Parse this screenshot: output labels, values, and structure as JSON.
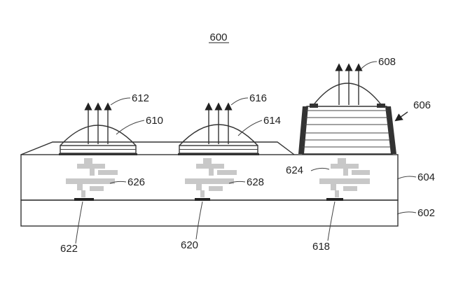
{
  "figure_number": "600",
  "labels": {
    "l602": "602",
    "l604": "604",
    "l606": "606",
    "l608": "608",
    "l610": "610",
    "l612": "612",
    "l614": "614",
    "l616": "616",
    "l618": "618",
    "l620": "620",
    "l622": "622",
    "l624": "624",
    "l626": "626",
    "l628": "628"
  },
  "colors": {
    "line": "#333333",
    "circuit": "#c8c8c8",
    "contact": "#222222"
  }
}
